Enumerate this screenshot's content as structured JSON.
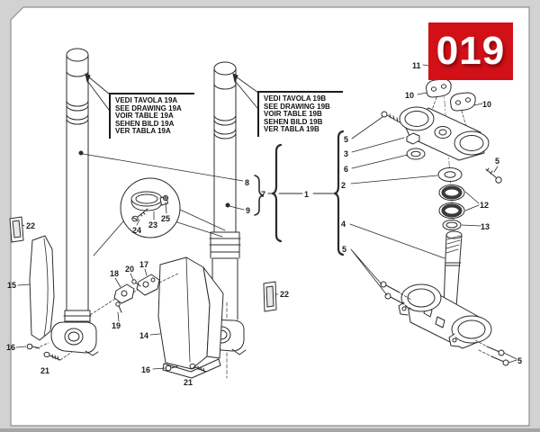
{
  "badge": {
    "code": "019",
    "bg_color": "#d11018",
    "text_color": "#ffffff"
  },
  "notes": {
    "a": [
      "VEDI TAVOLA 19A",
      "SEE DRAWING 19A",
      "VOIR TABLE 19A",
      "SEHEN BILD 19A",
      "VER TABLA 19A"
    ],
    "b": [
      "VEDI TAVOLA 19B",
      "SEE DRAWING 19B",
      "VOIR TABLE 19B",
      "SEHEN BILD 19B",
      "VER TABLA 19B"
    ]
  },
  "callouts": {
    "1": "1",
    "2": "2",
    "3": "3",
    "4": "4",
    "5": "5",
    "6": "6",
    "7": "7",
    "8": "8",
    "9": "9",
    "10": "10",
    "11": "11",
    "12": "12",
    "13": "13",
    "14": "14",
    "15": "15",
    "16": "16",
    "17": "17",
    "18": "18",
    "19": "19",
    "20": "20",
    "21": "21",
    "22": "22",
    "23": "23",
    "24": "24",
    "25": "25"
  },
  "colors": {
    "line": "#2b2b2b",
    "page": "#ffffff",
    "gutter": "#d2d2d2",
    "badge_red": "#d11018"
  }
}
